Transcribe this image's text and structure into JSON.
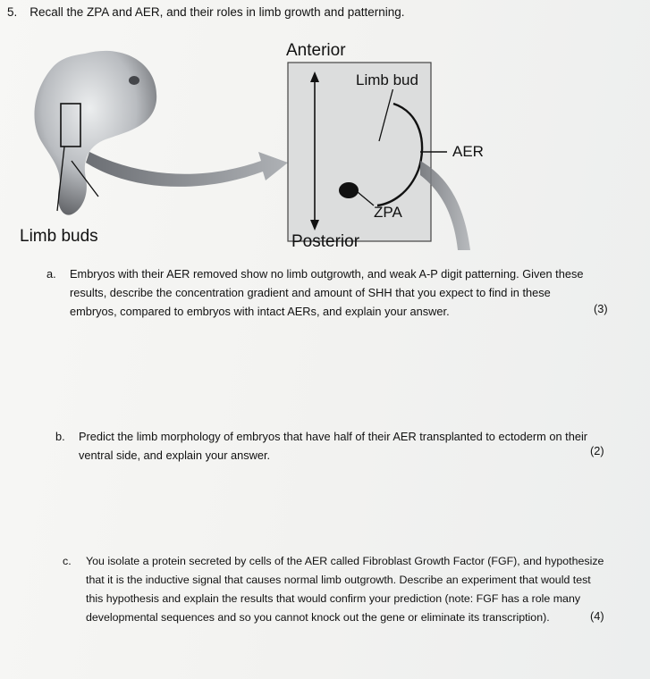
{
  "question": {
    "number": "5.",
    "prompt": "Recall the ZPA and AER, and their roles in limb growth and patterning."
  },
  "diagram": {
    "anterior": "Anterior",
    "posterior": "Posterior",
    "limb_bud": "Limb bud",
    "aer": "AER",
    "zpa": "ZPA",
    "limb_buds": "Limb buds"
  },
  "parts": [
    {
      "letter": "a.",
      "lines": [
        "Embryos with their AER removed show no limb outgrowth, and weak A-P digit patterning. Given these",
        "results, describe the concentration gradient and amount of SHH that you expect to find in these",
        "embryos, compared to embryos with intact AERs, and explain your answer."
      ],
      "marks": "(3)"
    },
    {
      "letter": "b.",
      "lines": [
        "Predict the limb morphology of embryos that have half of their AER transplanted to ectoderm on their",
        "ventral side, and explain your answer."
      ],
      "marks": "(2)"
    },
    {
      "letter": "c.",
      "lines": [
        "You isolate a protein secreted by cells of the AER called Fibroblast Growth Factor (FGF), and hypothesize",
        "that it is the inductive signal that causes normal limb outgrowth. Describe an experiment that would test",
        "this hypothesis and explain the results that would confirm your prediction (note: FGF has a role many",
        "developmental sequences and so you cannot knock out the gene or eliminate its transcription)."
      ],
      "marks": "(4)"
    }
  ],
  "colors": {
    "embryo_light": "#d8dadc",
    "embryo_dark": "#5a5c60",
    "inset_bg": "#dcdddd",
    "arrow": "#9a9da2",
    "zpa_dot": "#111111"
  }
}
